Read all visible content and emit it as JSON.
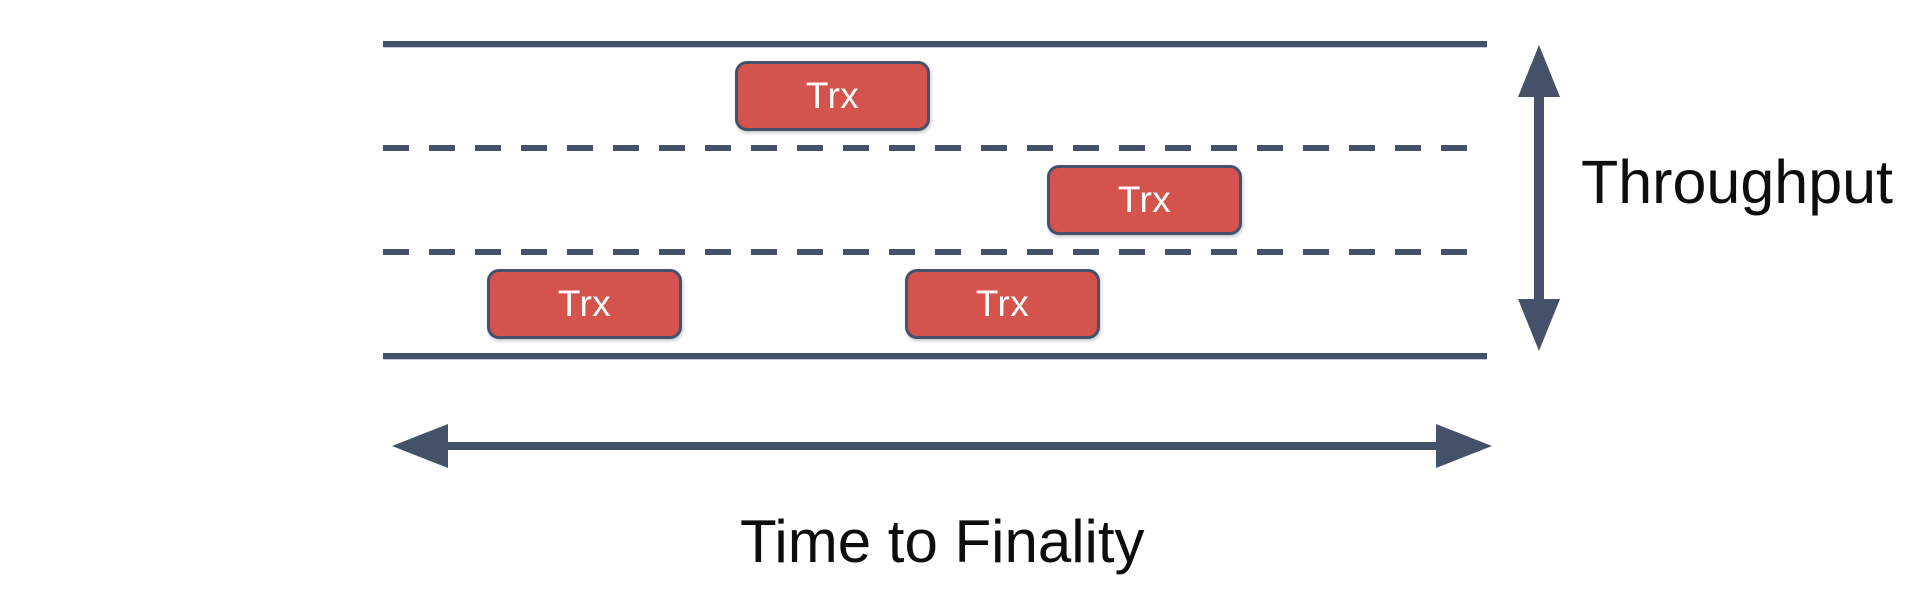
{
  "diagram": {
    "title": "Blockchain throughput versus time to finality lane diagram",
    "colors": {
      "line": "#455168",
      "transaction_fill": "#d4534c",
      "transaction_border": "#455168",
      "transaction_text": "#ffffff",
      "caption_text": "#0d0d0d",
      "background": "#ffffff"
    },
    "lanes": {
      "top_boundary_label": "lane-boundary-solid-top",
      "bottom_boundary_label": "lane-boundary-solid-bottom",
      "divider_labels": [
        "lane-divider-dashed-upper",
        "lane-divider-dashed-lower"
      ],
      "count": 3
    },
    "transactions": [
      {
        "id": "trx-1",
        "label": "Trx",
        "lane": 1
      },
      {
        "id": "trx-2",
        "label": "Trx",
        "lane": 2
      },
      {
        "id": "trx-3",
        "label": "Trx",
        "lane": 3
      },
      {
        "id": "trx-4",
        "label": "Trx",
        "lane": 3
      }
    ],
    "axes": {
      "vertical": {
        "label": "Throughput",
        "arrow": "double-headed-vertical-arrow",
        "icon_name": "vertical-double-arrow-icon"
      },
      "horizontal": {
        "label": "Time to Finality",
        "arrow": "double-headed-horizontal-arrow",
        "icon_name": "horizontal-double-arrow-icon"
      }
    }
  }
}
